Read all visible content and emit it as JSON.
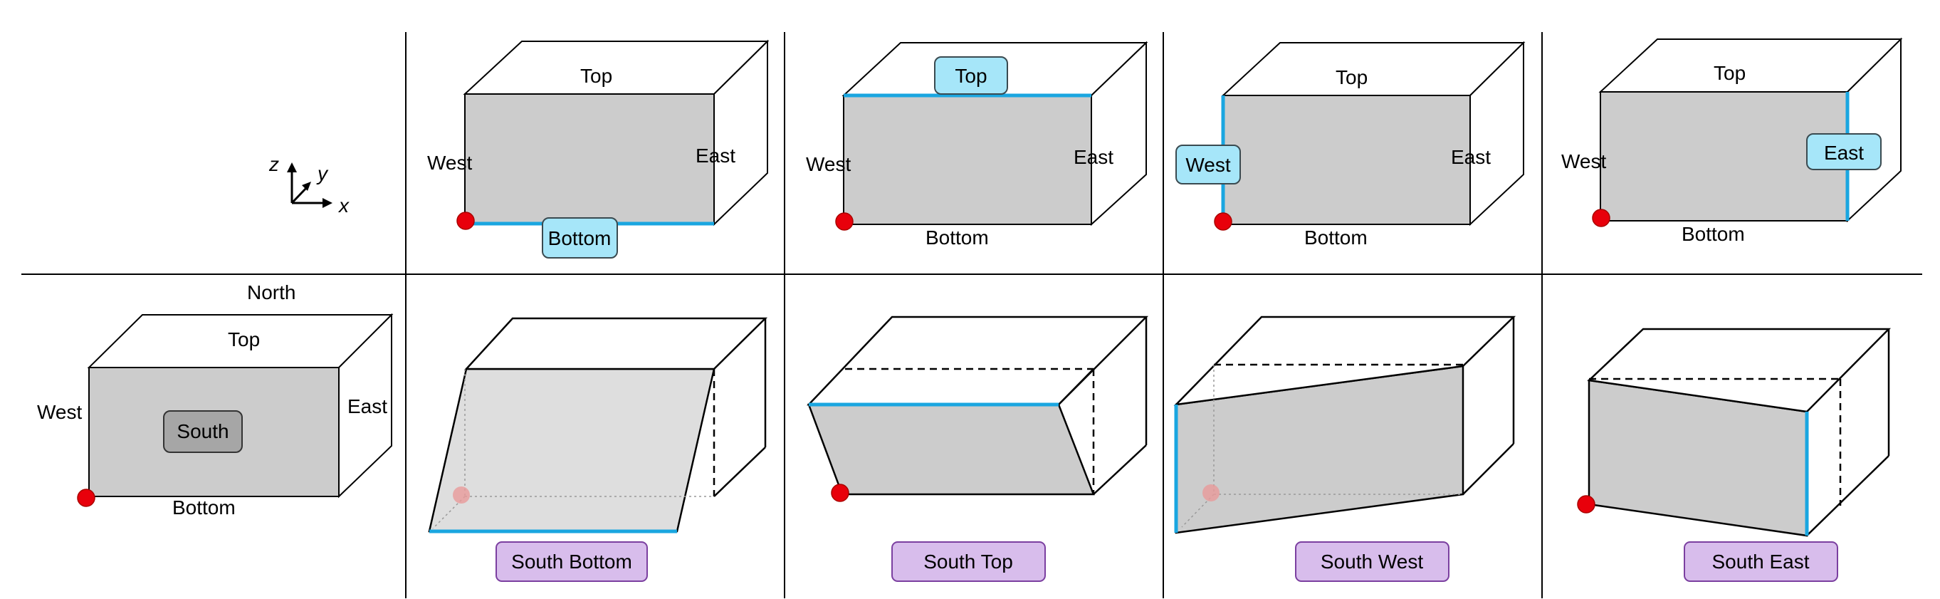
{
  "axes": {
    "z": "z",
    "y": "y",
    "x": "x"
  },
  "faces": {
    "top": "Top",
    "bottom": "Bottom",
    "west": "West",
    "east": "East",
    "north": "North",
    "south": "South"
  },
  "captions": {
    "south_bottom": "South Bottom",
    "south_top": "South Top",
    "south_west": "South West",
    "south_east": "South East"
  },
  "colors": {
    "highlight_edge": "#1aa6e0",
    "blue_label_fill": "#a6e6f9",
    "purple_caption_fill": "#d8bdec",
    "purple_caption_stroke": "#7b3fa0",
    "gray_label_fill": "#a6a6a6",
    "face_fill": "#cccccc",
    "origin_marker": "#e8000b"
  }
}
